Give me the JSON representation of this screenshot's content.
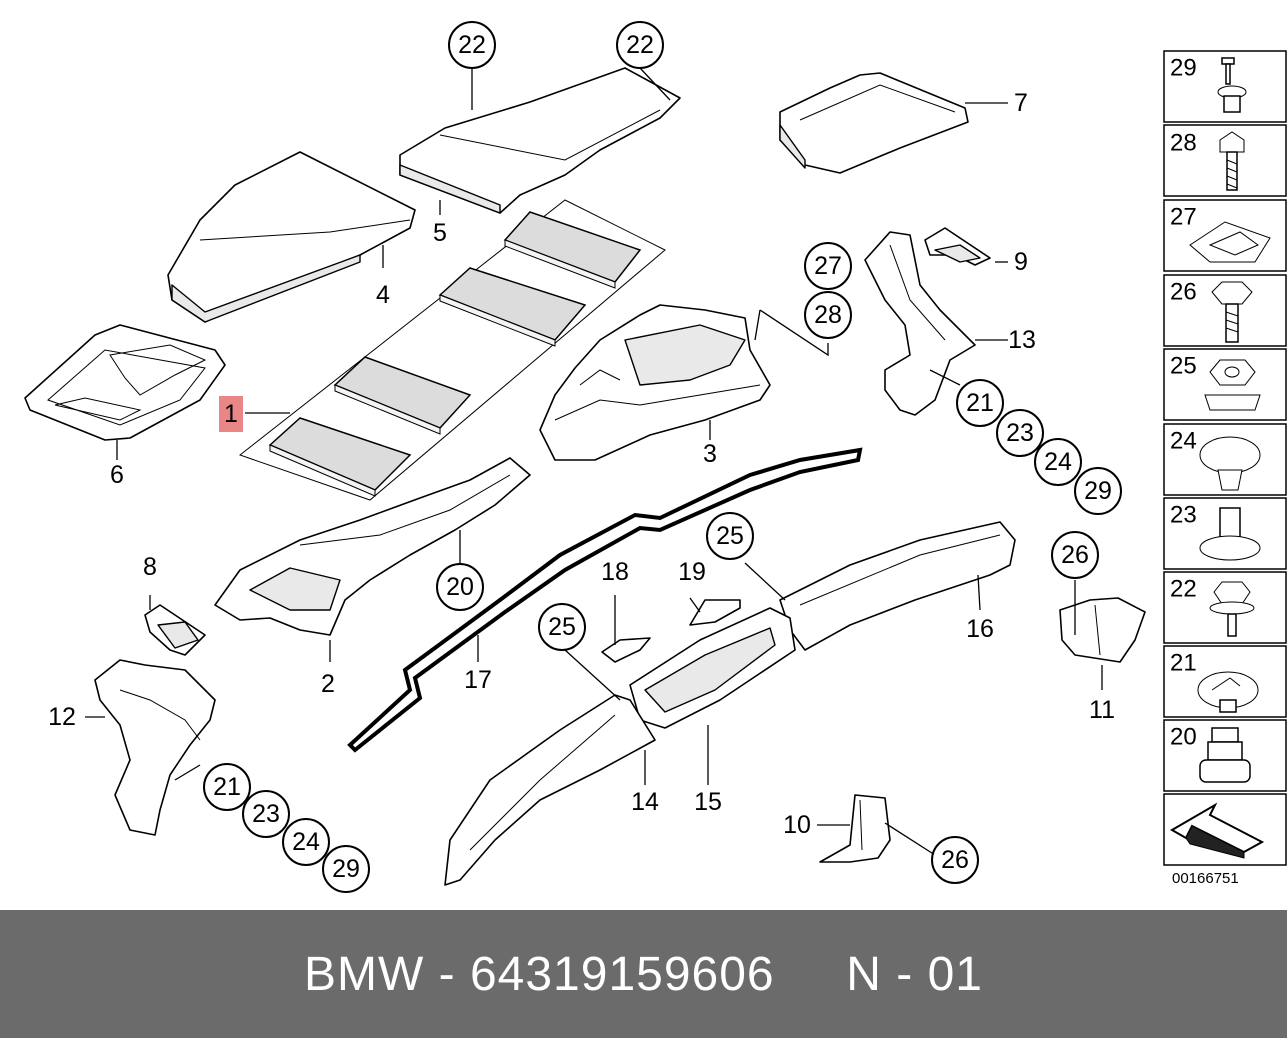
{
  "diagram_id": "00166751",
  "footer": {
    "text": "BMW - 64319159606     N - 01"
  },
  "colors": {
    "highlight": "#e98787",
    "footer_bg": "#6b6b6b",
    "footer_text": "#ffffff"
  },
  "callouts": {
    "c22a": "22",
    "c22b": "22",
    "c27": "27",
    "c28": "28",
    "c21a": "21",
    "c23a": "23",
    "c24a": "24",
    "c29a": "29",
    "c20": "20",
    "c25a": "25",
    "c25b": "25",
    "c26a": "26",
    "c26b": "26",
    "c21b": "21",
    "c23b": "23",
    "c24b": "24",
    "c29b": "29"
  },
  "labels": {
    "l1": "1",
    "l2": "2",
    "l3": "3",
    "l4": "4",
    "l5": "5",
    "l6": "6",
    "l7": "7",
    "l8": "8",
    "l9": "9",
    "l10": "10",
    "l11": "11",
    "l12": "12",
    "l13": "13",
    "l14": "14",
    "l15": "15",
    "l16": "16",
    "l17": "17",
    "l18": "18",
    "l19": "19"
  },
  "legend": [
    {
      "number": "29",
      "icon": "rivet-icon"
    },
    {
      "number": "28",
      "icon": "screw-icon"
    },
    {
      "number": "27",
      "icon": "clip-nut-icon"
    },
    {
      "number": "26",
      "icon": "hex-bolt-icon"
    },
    {
      "number": "25",
      "icon": "hex-nut-icon"
    },
    {
      "number": "24",
      "icon": "push-rivet-icon"
    },
    {
      "number": "23",
      "icon": "expanding-nut-icon"
    },
    {
      "number": "22",
      "icon": "flange-screw-icon"
    },
    {
      "number": "21",
      "icon": "clip-icon"
    },
    {
      "number": "20",
      "icon": "grommet-icon"
    },
    {
      "number": "",
      "icon": "direction-arrow-icon"
    }
  ]
}
